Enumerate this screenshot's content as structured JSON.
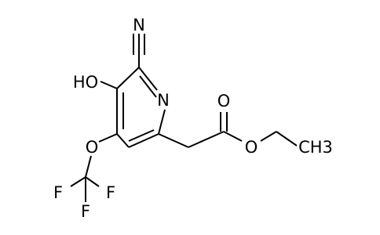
{
  "molecule": {
    "atoms": {
      "nitrile_n": "N",
      "ring_n": "N",
      "hydroxyl": "HO",
      "ether_o": "O",
      "fluorine_1": "F",
      "fluorine_2": "F",
      "fluorine_3": "F",
      "carbonyl_o": "O",
      "ester_o": "O",
      "methyl": "CH3"
    }
  }
}
